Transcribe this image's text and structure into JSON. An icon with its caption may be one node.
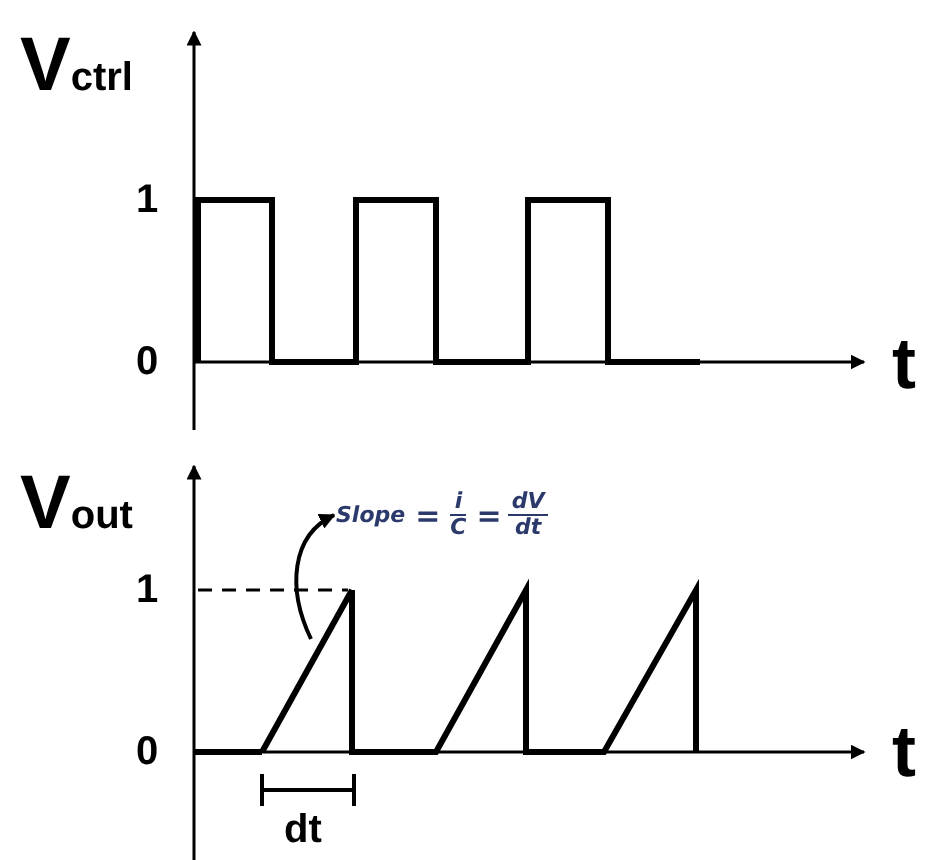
{
  "diagram": {
    "nodes": [
      {
        "text": [
          "Slope",
          "=",
          "i",
          "C",
          "=",
          "dV",
          "dt"
        ]
      },
      {
        "text": [],
        "shape": "line"
      }
    ],
    "edges": [
      {
        "from": 1,
        "to": 0,
        "arrow": "to"
      }
    ],
    "labels": [
      "V$_{ctrl}$",
      "1",
      "0",
      "t",
      "V$_{out}$",
      "1",
      "0",
      "t",
      "dt"
    ]
  }
}
